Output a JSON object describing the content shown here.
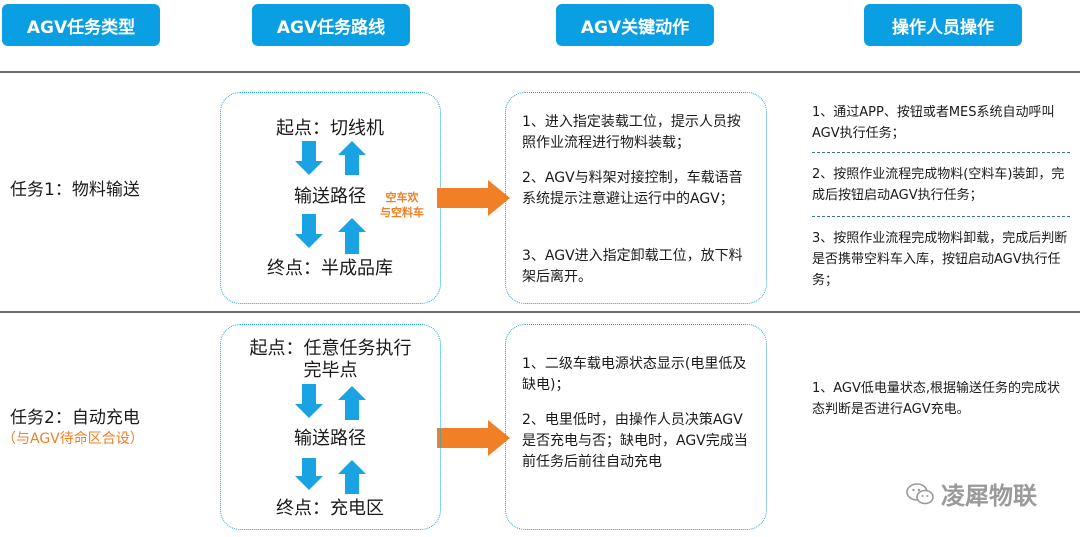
{
  "headers": [
    "AGV任务类型",
    "AGV任务路线",
    "AGV关键动作",
    "操作人员操作"
  ],
  "task1": {
    "name": "任务1：物料输送",
    "route": {
      "start": "起点：切线机",
      "middle": "输送路径",
      "end": "终点：半成品库",
      "note_line1": "空车欢",
      "note_line2": "与空料车"
    },
    "actions": [
      "1、进入指定装载工位，提示人员按照作业流程进行物料装载；",
      "2、AGV与料架对接控制，车载语音系统提示注意避让运行中的AGV；",
      "3、AGV进入指定卸载工位，放下料架后离开。"
    ],
    "operator": [
      "1、通过APP、按钮或者MES系统自动呼叫AGV执行任务；",
      "2、按照作业流程完成物料(空料车)装卸，完成后按钮启动AGV执行任务；",
      "3、按照作业流程完成物料卸载，完成后判断是否携带空料车入库，按钮启动AGV执行任务；"
    ]
  },
  "task2": {
    "name": "任务2：自动充电",
    "sub": "（与AGV待命区合设）",
    "route": {
      "start_line1": "起点：任意任务执行",
      "start_line2": "完毕点",
      "middle": "输送路径",
      "end": "终点：充电区"
    },
    "actions": [
      "1、二级车载电源状态显示(电里低及缺电)；",
      "2、电里低时，由操作人员决策AGV是否充电与否；缺电时，AGV完成当前任务后前往自动充电"
    ],
    "operator": [
      "1、AGV低电量状态,根据输送任务的完成状态判断是否进行AGV充电。"
    ]
  },
  "watermark": "凌犀物联",
  "colors": {
    "header": "#0a9fe3",
    "arrow_blue": "#1aa3e3",
    "arrow_orange": "#f07f25"
  }
}
